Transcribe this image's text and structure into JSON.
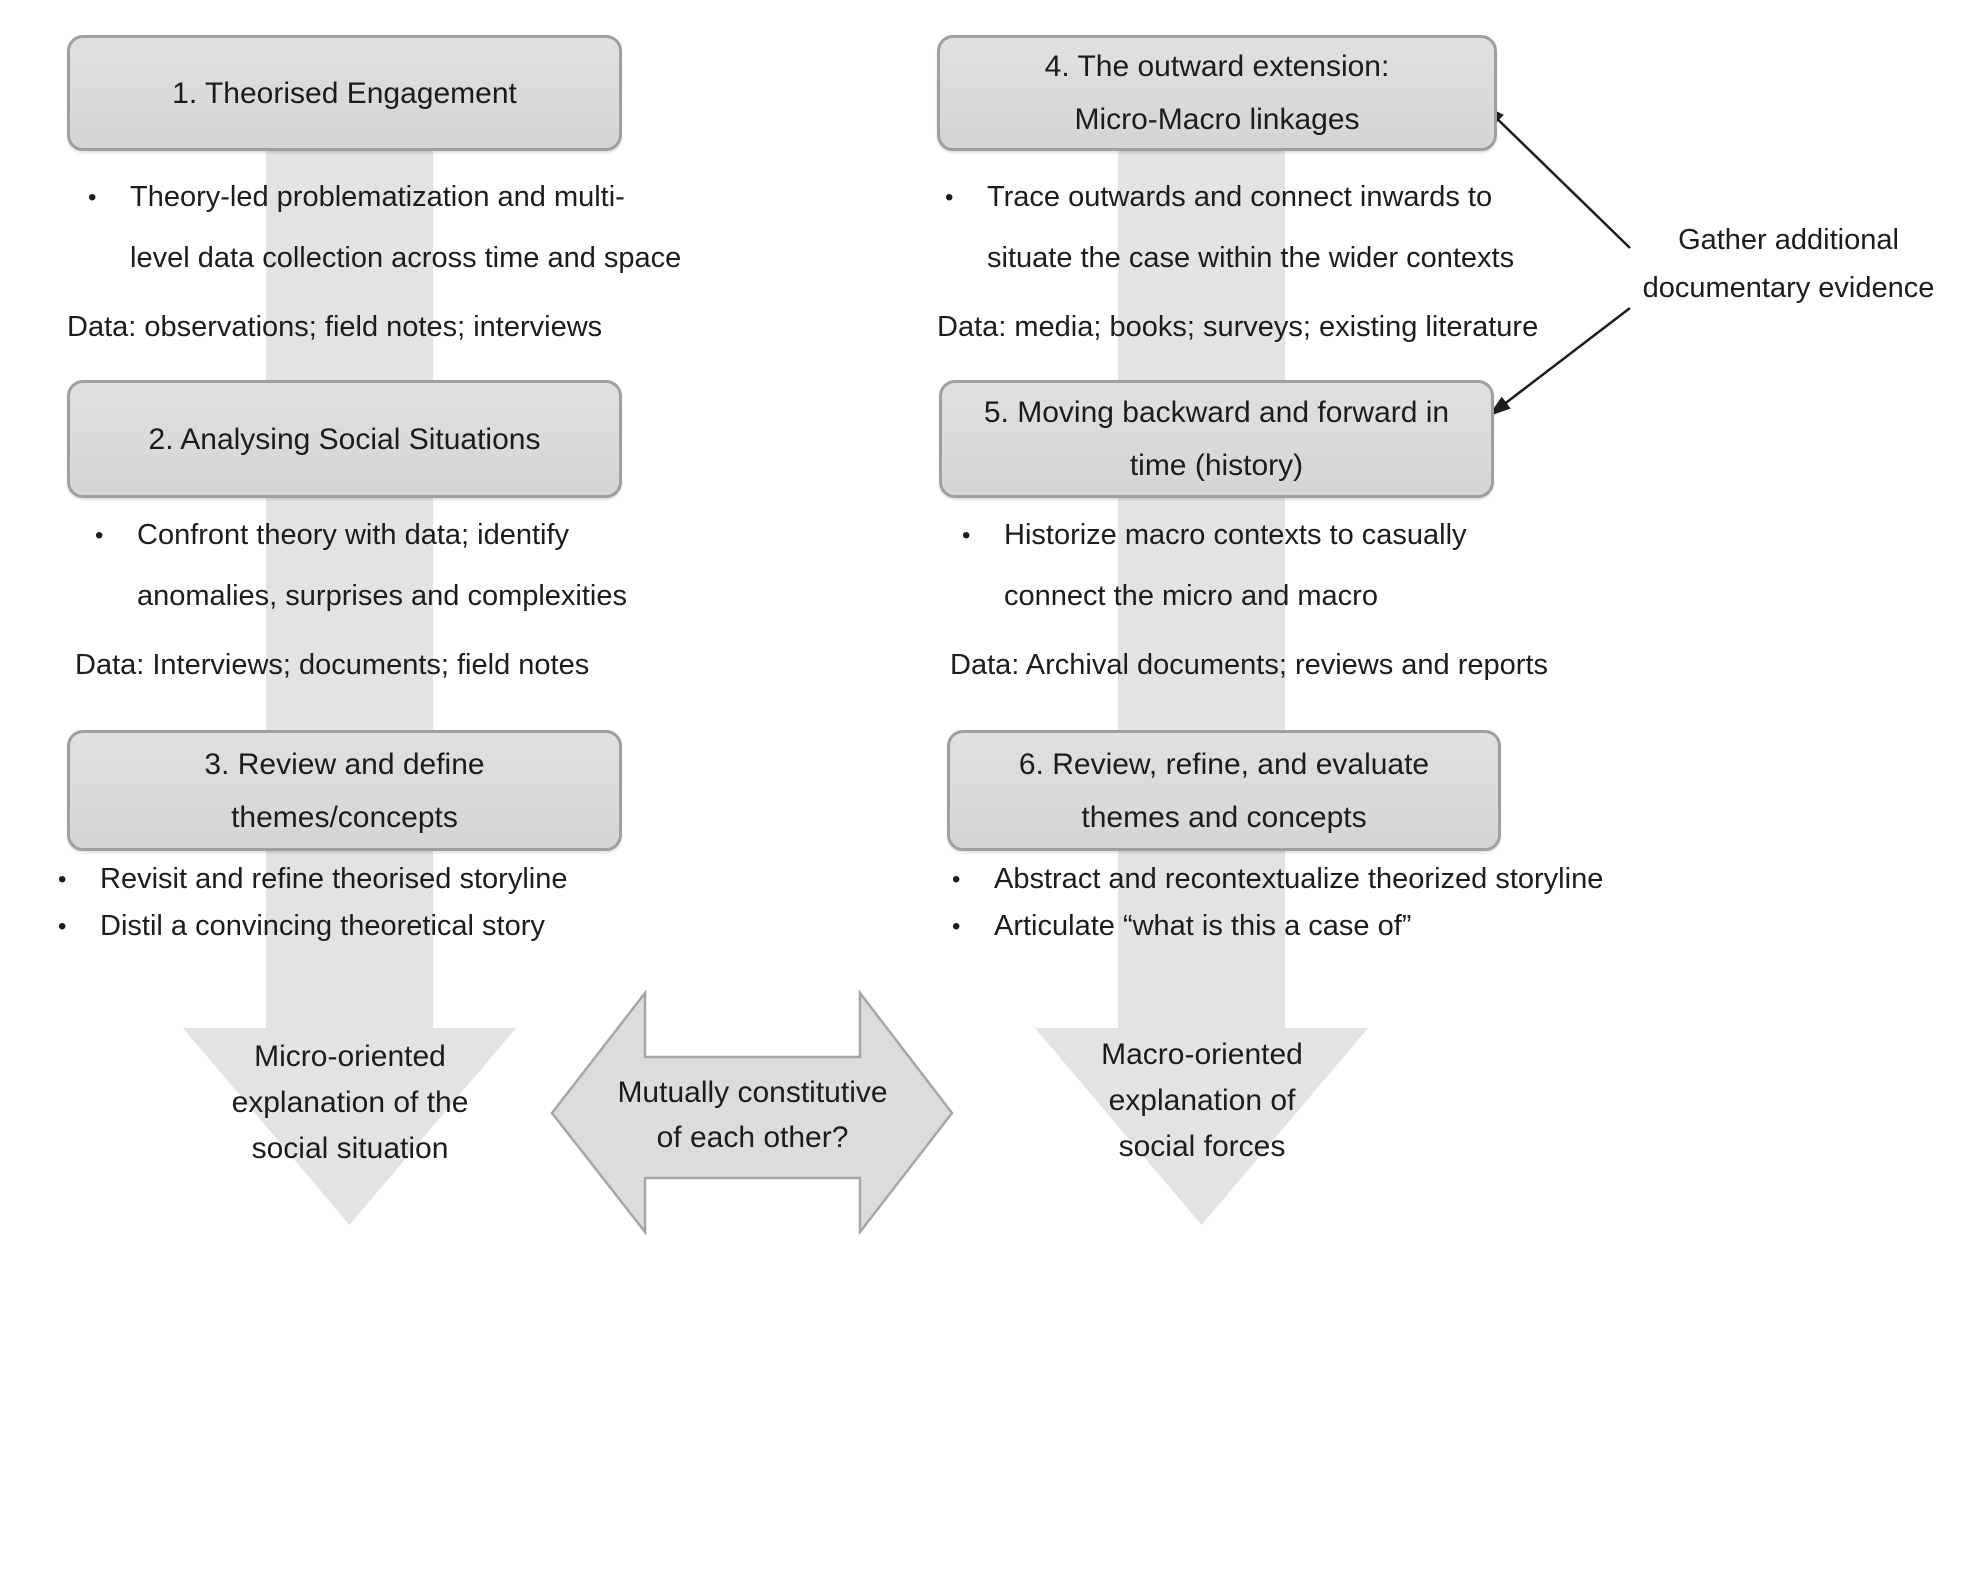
{
  "colors": {
    "page_bg": "#ffffff",
    "box_fill_top": "#e0e0e0",
    "box_fill_bottom": "#d5d5d5",
    "box_border": "#9f9f9f",
    "flow_fill": "#e3e3e3",
    "double_fill": "#dcdcdc",
    "double_border": "#a6a6a6",
    "ink": "#1c1c1c"
  },
  "bullet_glyph": "•",
  "left_column": {
    "steps": [
      {
        "title_lines": [
          "1. Theorised Engagement"
        ],
        "bullets": [
          {
            "lines": [
              "Theory-led problematization and multi-",
              "level data collection across time and space"
            ]
          }
        ],
        "data_line": "Data: observations; field notes; interviews"
      },
      {
        "title_lines": [
          "2. Analysing Social Situations"
        ],
        "bullets": [
          {
            "lines": [
              "Confront theory with data; identify",
              "anomalies, surprises and complexities"
            ]
          }
        ],
        "data_line": "Data: Interviews; documents; field notes"
      },
      {
        "title_lines": [
          "3. Review and define",
          "themes/concepts"
        ],
        "bullets": [
          {
            "lines": [
              "Revisit and refine theorised storyline"
            ]
          },
          {
            "lines": [
              "Distil a convincing theoretical story"
            ]
          }
        ]
      }
    ],
    "outcome_lines": [
      "Micro-oriented",
      "explanation of the",
      "social situation"
    ]
  },
  "right_column": {
    "steps": [
      {
        "title_lines": [
          "4. The outward extension:",
          "Micro-Macro linkages"
        ],
        "bullets": [
          {
            "lines": [
              "Trace outwards and connect inwards to",
              "situate the case within the wider contexts"
            ]
          }
        ],
        "data_line": "Data: media; books; surveys; existing literature"
      },
      {
        "title_lines": [
          "5. Moving backward and forward in",
          "time (history)"
        ],
        "bullets": [
          {
            "lines": [
              "Historize macro contexts to casually",
              "connect the micro and macro"
            ]
          }
        ],
        "data_line": "Data: Archival documents; reviews and reports"
      },
      {
        "title_lines": [
          "6. Review, refine, and evaluate",
          "themes and concepts"
        ],
        "bullets": [
          {
            "lines": [
              "Abstract and recontextualize theorized storyline"
            ]
          },
          {
            "lines": [
              "Articulate “what is this a case of”"
            ]
          }
        ]
      }
    ],
    "outcome_lines": [
      "Macro-oriented",
      "explanation of",
      "social forces"
    ]
  },
  "center_arrow": {
    "label_lines": [
      "Mutually constitutive",
      "of each other?"
    ]
  },
  "annotation": {
    "label_lines": [
      "Gather additional",
      "documentary evidence"
    ]
  }
}
